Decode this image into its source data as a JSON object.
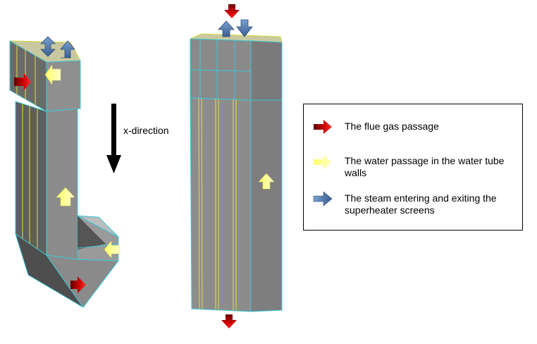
{
  "figure": {
    "direction_label": "x-direction"
  },
  "legend": {
    "items": [
      {
        "label": "The flue gas passage",
        "icon": "red-arrow-icon",
        "color": "#c40000"
      },
      {
        "label": "The water passage in the water tube walls",
        "icon": "yellow-arrow-icon",
        "color": "#ffff99"
      },
      {
        "label": "The steam entering and exiting the superheater screens",
        "icon": "blue-arrow-icon",
        "color": "#4a74a8"
      }
    ]
  }
}
